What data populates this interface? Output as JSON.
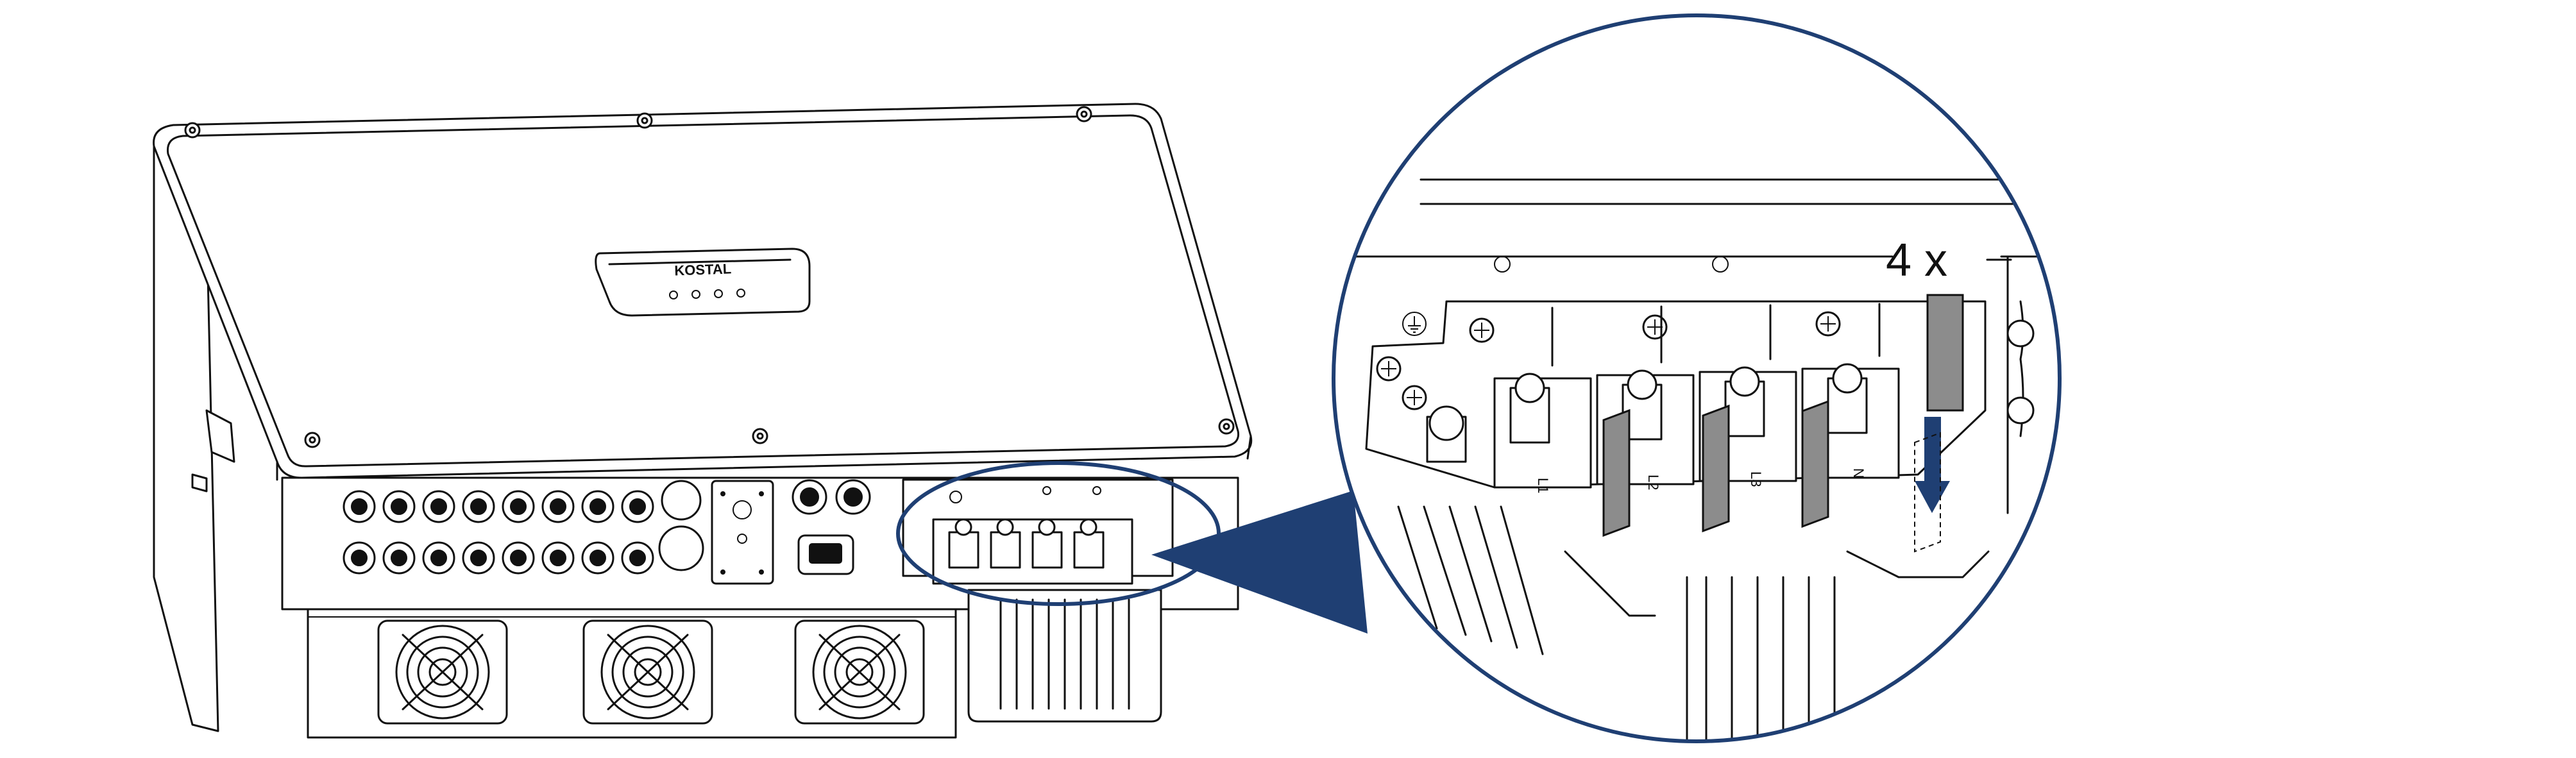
{
  "figure": {
    "brand_text": "KOSTAL",
    "terminal_labels": [
      "L1",
      "L2",
      "L3",
      "N"
    ],
    "quantity_label": "4 x"
  },
  "colors": {
    "line": "#111111",
    "accent_blue": "#1f3f73",
    "barrier_gray": "#8c8c8c",
    "background": "#ffffff"
  }
}
